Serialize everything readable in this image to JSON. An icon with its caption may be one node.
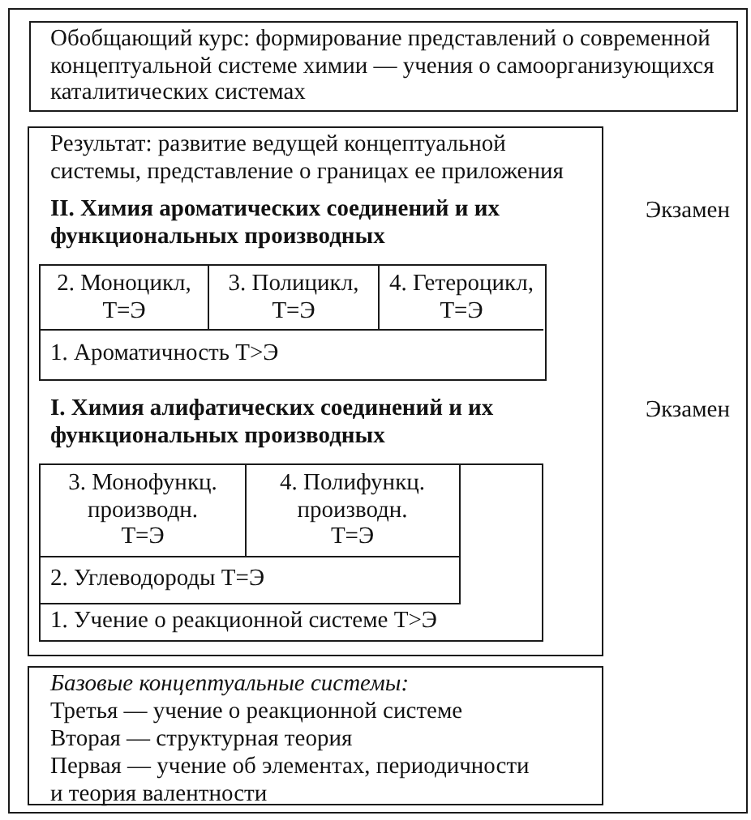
{
  "diagram": {
    "nodes": [
      {
        "text": [],
        "shape": "box"
      },
      {
        "text": [
          "Обобщающий курс: формирование представлений о современной концептуальной системе химии — учения о самоорганизующихся каталитических системах"
        ],
        "in": 0
      },
      {
        "text": [
          "Результат: развитие ведущей концептуальной системы, представление о границах ее приложения",
          "II. Химия ароматических соединений и их функциональных производных",
          "I. Химия алифатических соединений и их функциональных производных"
        ],
        "in": 0
      },
      {
        "text": [
          "1. Ароматичность Т>Э"
        ],
        "in": 2
      },
      {
        "text": [
          "2. Моноцикл, Т=Э"
        ],
        "in": 3
      },
      {
        "text": [
          "3. Полицикл, Т=Э"
        ],
        "in": 3
      },
      {
        "text": [
          "4. Гетероцикл, Т=Э"
        ],
        "in": 3
      },
      {
        "text": [
          "1. Учение о реакционной системе Т>Э"
        ],
        "in": 2
      },
      {
        "text": [
          "2. Углеводороды Т=Э"
        ],
        "in": 7
      },
      {
        "text": [
          "3. Монофункц. производн. Т=Э"
        ],
        "in": 8
      },
      {
        "text": [
          "4. Полифункц. производн. Т=Э"
        ],
        "in": 8
      },
      {
        "text": [
          "Базовые концептуальные системы:",
          "Третья — учение о реакционной системе",
          "Вторая — структурная теория",
          "Первая — учение об элементах, периодичности и теория валентности"
        ],
        "in": 0
      }
    ],
    "labels": [
      "Экзамен",
      "Экзамен"
    ]
  }
}
